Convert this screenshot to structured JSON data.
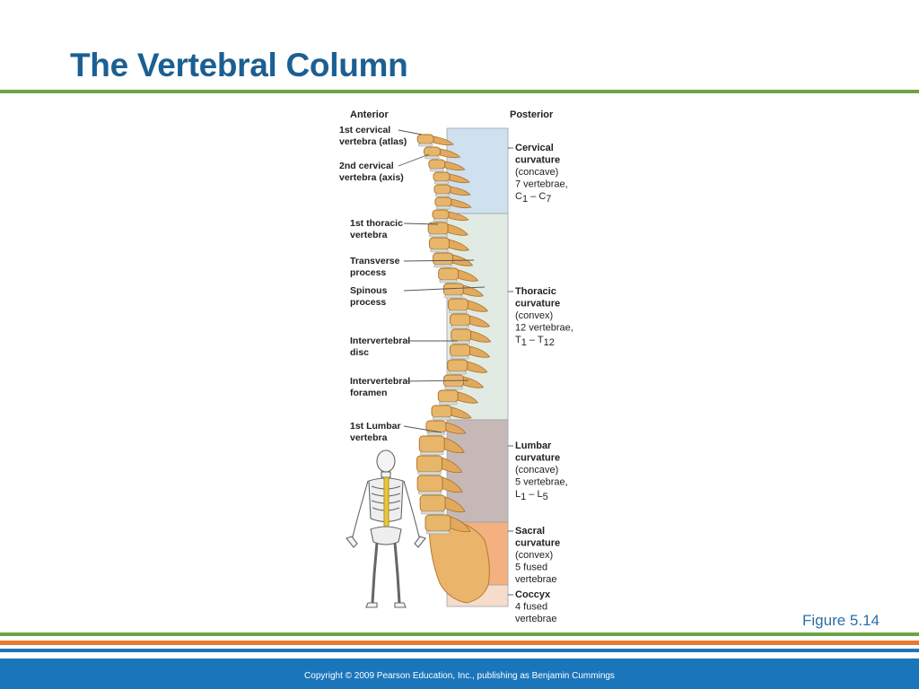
{
  "slide": {
    "title": "The Vertebral Column",
    "figure_number": "Figure 5.14",
    "copyright": "Copyright © 2009 Pearson Education, Inc., publishing as Benjamin Cummings"
  },
  "diagram": {
    "side_labels": {
      "anterior": "Anterior",
      "posterior": "Posterior"
    },
    "left_labels": [
      {
        "lines": [
          "1st cervical",
          "vertebra (atlas)"
        ]
      },
      {
        "lines": [
          "2nd cervical",
          "vertebra (axis)"
        ]
      },
      {
        "lines": [
          "1st thoracic",
          "vertebra"
        ]
      },
      {
        "lines": [
          "Transverse",
          "process"
        ]
      },
      {
        "lines": [
          "Spinous",
          "process"
        ]
      },
      {
        "lines": [
          "Intervertebral",
          "disc"
        ]
      },
      {
        "lines": [
          "Intervertebral",
          "foramen"
        ]
      },
      {
        "lines": [
          "1st Lumbar",
          "vertebra"
        ]
      }
    ],
    "regions": [
      {
        "name": "Cervical",
        "bold_lines": [
          "Cervical",
          "curvature"
        ],
        "detail_lines": [
          "(concave)",
          "7 vertebrae,"
        ],
        "range": {
          "a": "C",
          "a_sub": "1",
          "sep": " – ",
          "b": "C",
          "b_sub": "7"
        },
        "color": "#cfe0ee"
      },
      {
        "name": "Thoracic",
        "bold_lines": [
          "Thoracic",
          "curvature"
        ],
        "detail_lines": [
          "(convex)",
          "12 vertebrae,"
        ],
        "range": {
          "a": "T",
          "a_sub": "1",
          "sep": " – ",
          "b": "T",
          "b_sub": "12"
        },
        "color": "#e1ebe3"
      },
      {
        "name": "Lumbar",
        "bold_lines": [
          "Lumbar",
          "curvature"
        ],
        "detail_lines": [
          "(concave)",
          "5 vertebrae,"
        ],
        "range": {
          "a": "L",
          "a_sub": "1",
          "sep": " – ",
          "b": "L",
          "b_sub": "5"
        },
        "color": "#c7b8b8"
      },
      {
        "name": "Sacral",
        "bold_lines": [
          "Sacral",
          "curvature"
        ],
        "detail_lines": [
          "(convex)",
          "5 fused",
          "vertebrae"
        ],
        "color": "#f4b07e"
      },
      {
        "name": "Coccyx",
        "bold_lines": [
          "Coccyx"
        ],
        "detail_lines": [
          "4 fused",
          "vertebrae"
        ],
        "color": "#f7dccb"
      }
    ]
  },
  "colors": {
    "title": "#1b5f93",
    "green": "#6aa443",
    "orange": "#e87b2b",
    "blue": "#1b75bb",
    "bone": "#e8b66a"
  }
}
